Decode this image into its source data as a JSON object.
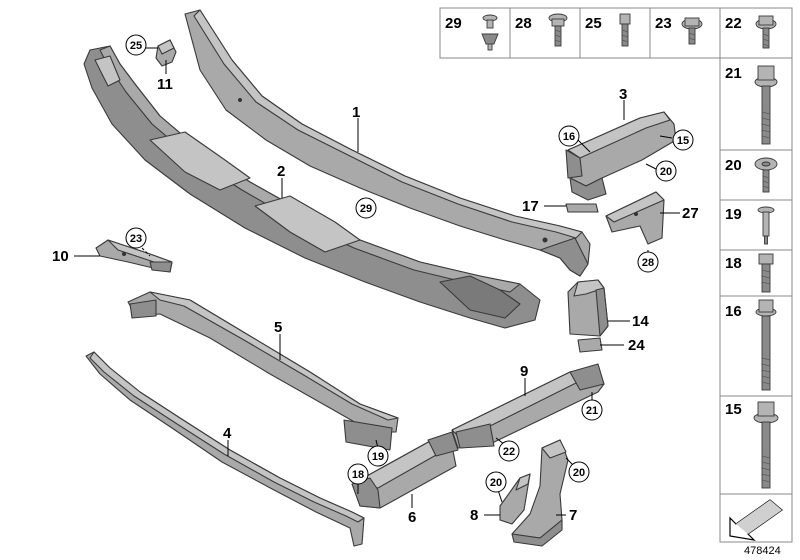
{
  "diagram": {
    "doc_id": "478424",
    "callouts": [
      {
        "key": "c1",
        "label": "1"
      },
      {
        "key": "c2",
        "label": "2"
      },
      {
        "key": "c3",
        "label": "3"
      },
      {
        "key": "c4",
        "label": "4"
      },
      {
        "key": "c5",
        "label": "5"
      },
      {
        "key": "c7",
        "label": "7"
      },
      {
        "key": "c8",
        "label": "8"
      },
      {
        "key": "c9",
        "label": "9"
      },
      {
        "key": "c10",
        "label": "10"
      },
      {
        "key": "c11",
        "label": "11"
      },
      {
        "key": "c14",
        "label": "14"
      },
      {
        "key": "c17",
        "label": "17"
      },
      {
        "key": "c24",
        "label": "24"
      },
      {
        "key": "c27",
        "label": "27"
      },
      {
        "key": "c6",
        "label": "6"
      }
    ],
    "circled": [
      {
        "key": "k25",
        "label": "25"
      },
      {
        "key": "k23",
        "label": "23"
      },
      {
        "key": "k29",
        "label": "29"
      },
      {
        "key": "k16",
        "label": "16"
      },
      {
        "key": "k15",
        "label": "15"
      },
      {
        "key": "k20a",
        "label": "20"
      },
      {
        "key": "k28",
        "label": "28"
      },
      {
        "key": "k19",
        "label": "19"
      },
      {
        "key": "k21",
        "label": "21"
      },
      {
        "key": "k22",
        "label": "22"
      },
      {
        "key": "k18",
        "label": "18"
      },
      {
        "key": "k20b",
        "label": "20"
      },
      {
        "key": "k20c",
        "label": "20"
      }
    ],
    "hardware_top": [
      "29",
      "28",
      "25",
      "23",
      "22"
    ],
    "hardware_side": [
      "21",
      "20",
      "19",
      "18",
      "16",
      "15"
    ]
  }
}
